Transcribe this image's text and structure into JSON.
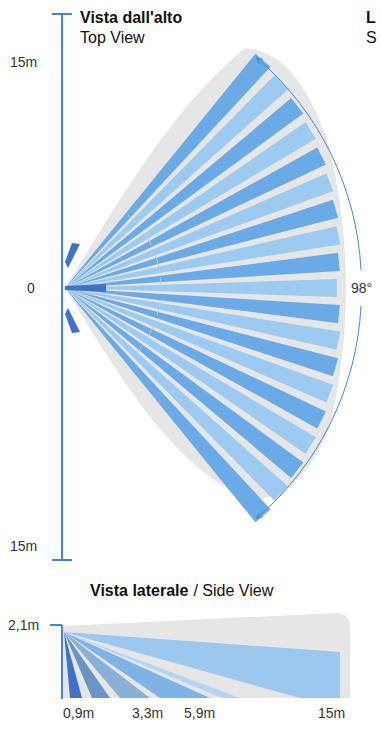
{
  "diagram": {
    "labels": [
      "Vista dall'alto",
      "Top View",
      "L",
      "S",
      "15m",
      "0",
      "98°",
      "15m",
      "Vista laterale",
      "/ Side View",
      "2,1m",
      "0,9m",
      "3,3m",
      "5,9m",
      "15m"
    ]
  }
}
